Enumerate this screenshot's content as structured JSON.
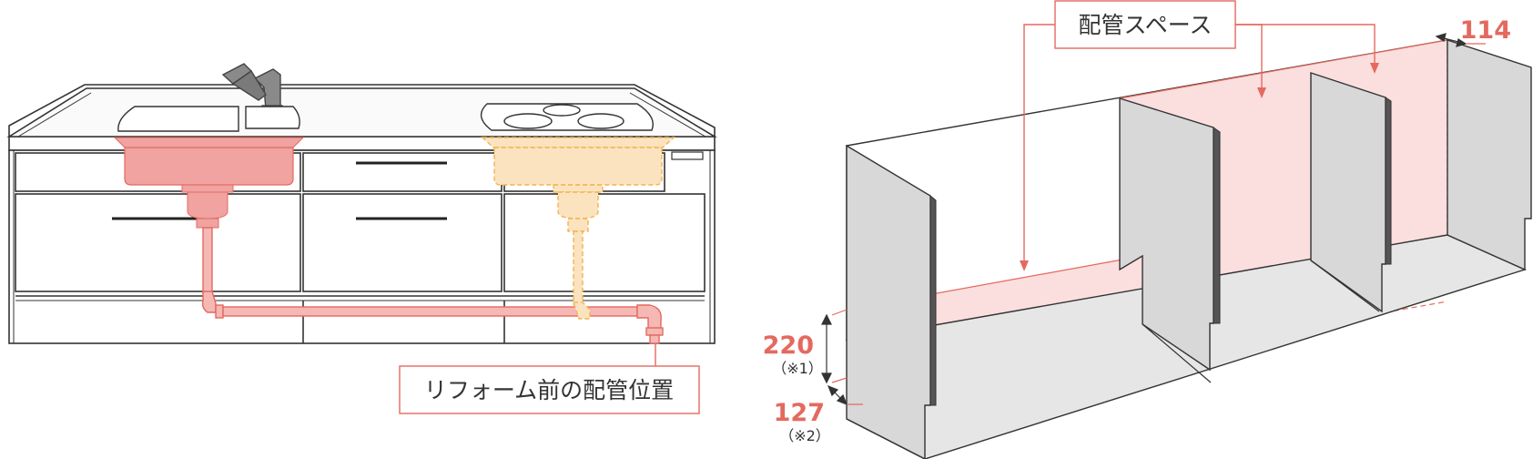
{
  "labels": {
    "piping_space": "配管スペース",
    "pre_reform_piping": "リフォーム前の配管位置"
  },
  "dimensions": {
    "top_depth": "114",
    "height": "220",
    "height_note": "（※1）",
    "front_depth": "127",
    "front_depth_note": "（※2）"
  },
  "colors": {
    "accent_red": "#e4695f",
    "sink_fill": "#f0a3a0",
    "cooktop_fill": "#fbe3bf",
    "cooktop_stroke": "#f2b450",
    "space_fill": "#fbdede",
    "panel_gray": "#d8d8d8",
    "floor_gray": "#e6e6e6"
  }
}
